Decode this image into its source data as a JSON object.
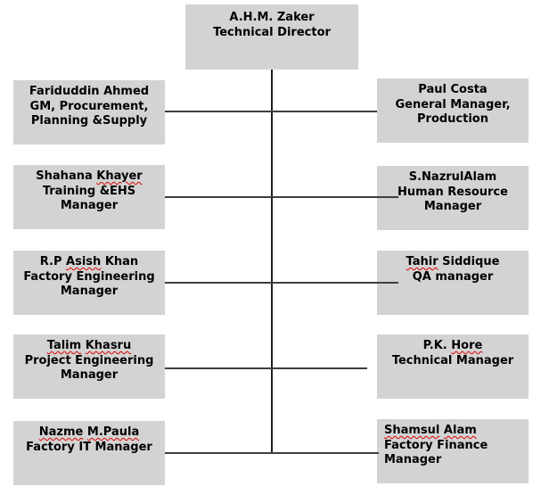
{
  "colors": {
    "box_fill": "#d3d3d3",
    "connector": "#3f3f3f",
    "spine": "#1f1f1f",
    "squiggle": "#e00000",
    "text": "#000000",
    "background": "#ffffff"
  },
  "boxes": {
    "root": {
      "name_segments": [
        {
          "text": "A.H.M. Zaker",
          "misspelled": false
        }
      ],
      "role_lines": [
        "Technical Director"
      ]
    },
    "left": [
      {
        "name_segments": [
          {
            "text": "Fariduddin Ahmed",
            "misspelled": false
          }
        ],
        "role_lines": [
          "GM, Procurement,",
          "Planning &Supply"
        ]
      },
      {
        "name_segments": [
          {
            "text": "Shahana ",
            "misspelled": false
          },
          {
            "text": "Khayer",
            "misspelled": true
          }
        ],
        "role_lines": [
          "Training &EHS",
          "Manager"
        ]
      },
      {
        "name_segments": [
          {
            "text": "R.P ",
            "misspelled": false
          },
          {
            "text": "Asish",
            "misspelled": true
          },
          {
            "text": " Khan",
            "misspelled": false
          }
        ],
        "role_lines": [
          "Factory Engineering",
          "Manager"
        ]
      },
      {
        "name_segments": [
          {
            "text": "Talim",
            "misspelled": true
          },
          {
            "text": " ",
            "misspelled": false
          },
          {
            "text": "Khasru",
            "misspelled": true
          }
        ],
        "role_lines": [
          "Project Engineering",
          "Manager"
        ]
      },
      {
        "name_segments": [
          {
            "text": "Nazme",
            "misspelled": true
          },
          {
            "text": " ",
            "misspelled": false
          },
          {
            "text": "M.Paula",
            "misspelled": true
          }
        ],
        "role_lines": [
          "Factory IT Manager"
        ]
      }
    ],
    "right": [
      {
        "name_segments": [
          {
            "text": "Paul Costa",
            "misspelled": false
          }
        ],
        "role_lines": [
          "General Manager,",
          "Production"
        ]
      },
      {
        "name_segments": [
          {
            "text": "S.NazrulAlam",
            "misspelled": false
          }
        ],
        "role_lines": [
          "Human Resource",
          "Manager"
        ]
      },
      {
        "name_segments": [
          {
            "text": "Tahir",
            "misspelled": true
          },
          {
            "text": " Siddique",
            "misspelled": false
          }
        ],
        "role_lines": [
          "QA manager"
        ]
      },
      {
        "name_segments": [
          {
            "text": "P.K. ",
            "misspelled": false
          },
          {
            "text": "Hore",
            "misspelled": true
          }
        ],
        "role_lines": [
          "Technical Manager"
        ]
      },
      {
        "name_segments": [
          {
            "text": "Shamsul",
            "misspelled": true
          },
          {
            "text": " ",
            "misspelled": false
          },
          {
            "text": "Alam",
            "misspelled": true
          }
        ],
        "role_lines": [
          "Factory Finance",
          "Manager"
        ]
      }
    ]
  }
}
